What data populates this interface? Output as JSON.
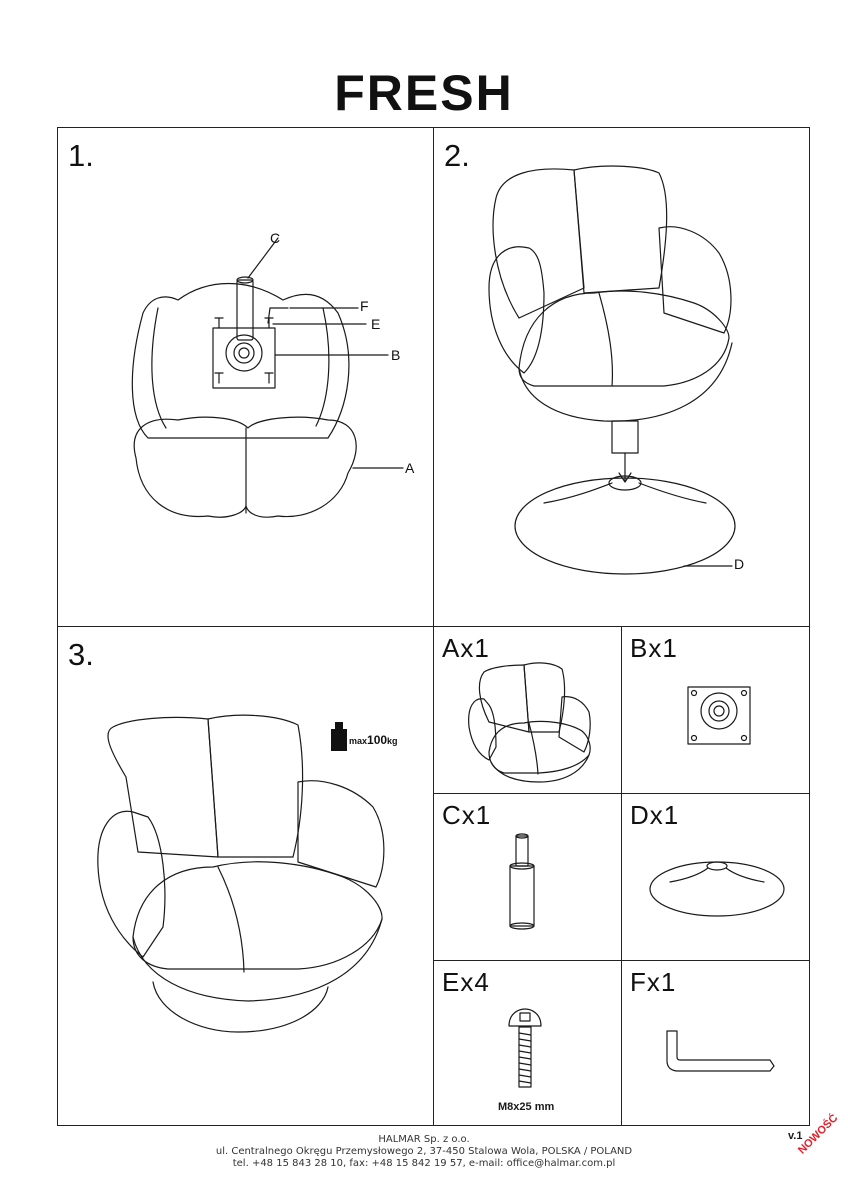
{
  "title": "FRESH",
  "steps": [
    {
      "number": "1."
    },
    {
      "number": "2."
    },
    {
      "number": "3."
    }
  ],
  "step1_labels": {
    "c": "C",
    "f": "F",
    "e": "E",
    "b": "B",
    "a": "A"
  },
  "step2_labels": {
    "d": "D"
  },
  "weight": {
    "prefix": "max",
    "value": "100",
    "unit": "kg"
  },
  "parts": [
    {
      "label": "Ax1"
    },
    {
      "label": "Bx1"
    },
    {
      "label": "Cx1"
    },
    {
      "label": "Dx1"
    },
    {
      "label": "Ex4",
      "caption": "M8x25 mm"
    },
    {
      "label": "Fx1"
    }
  ],
  "footer": {
    "company": "HALMAR Sp. z o.o.",
    "address": "ul. Centralnego Okręgu Przemysłowego 2, 37-450 Stalowa Wola, POLSKA / POLAND",
    "contact": "tel. +48 15 843 28 10, fax: +48 15 842 19 57, e-mail: office@halmar.com.pl"
  },
  "version": "v.1",
  "badge": "NOWOŚĆ"
}
